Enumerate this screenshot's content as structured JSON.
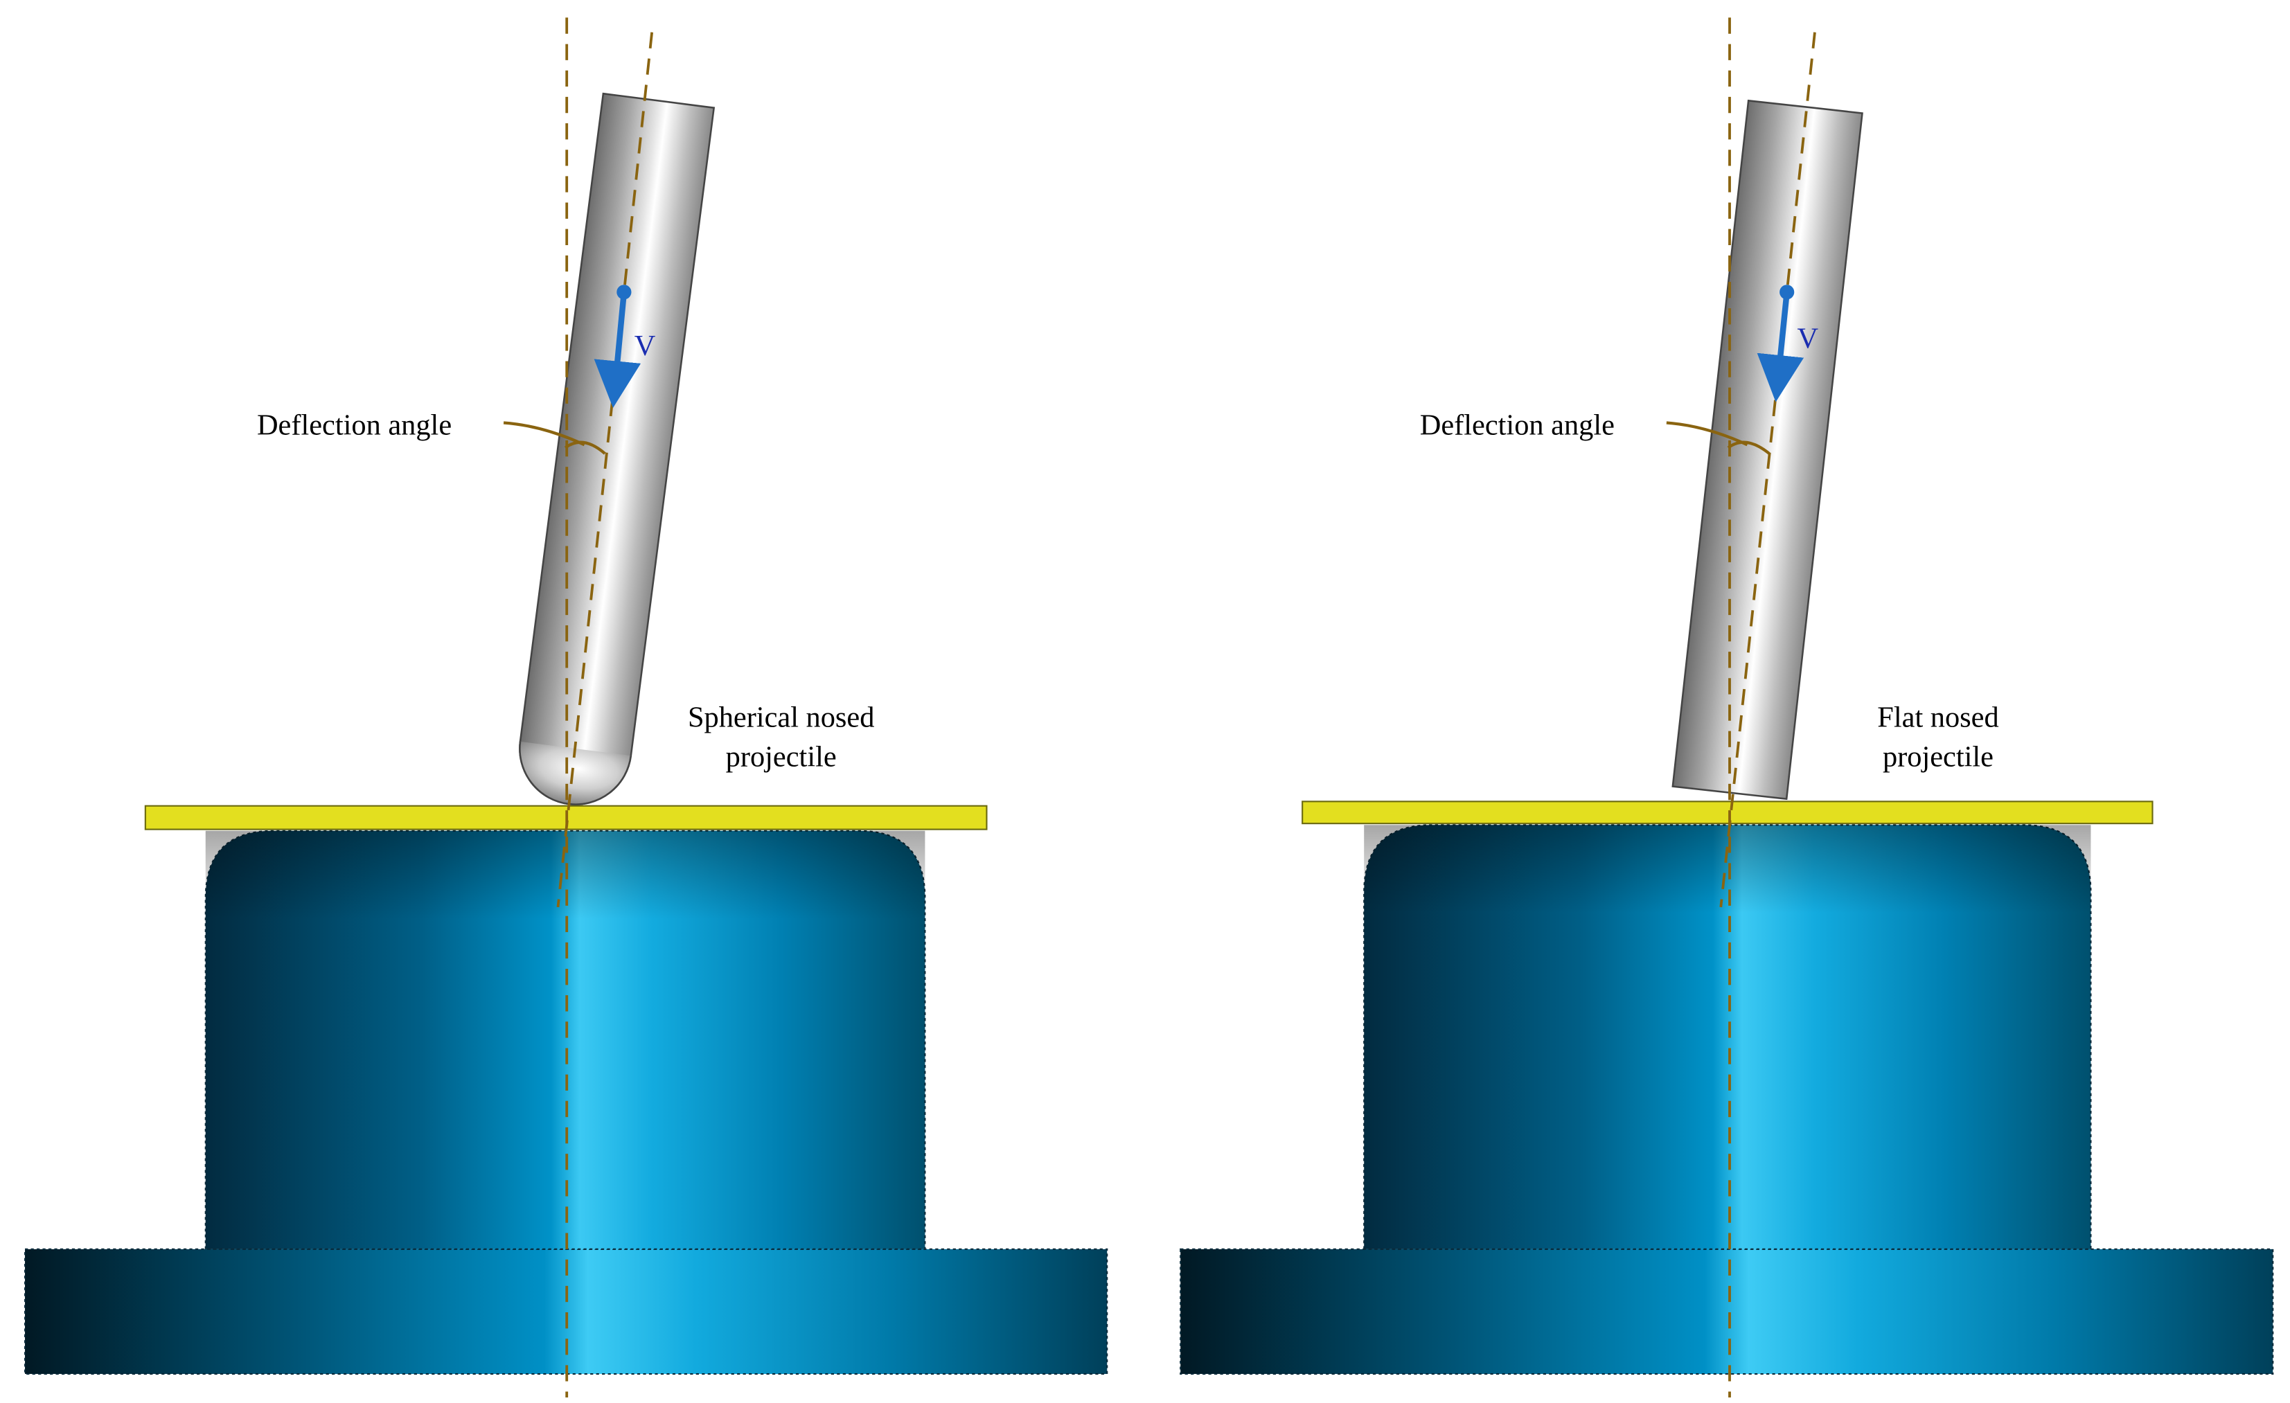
{
  "panels": [
    {
      "id": "left",
      "label_line1": "Spherical nosed",
      "label_line2": "projectile",
      "deflection_label": "Deflection angle",
      "velocity_label": "V"
    },
    {
      "id": "right",
      "label_line1": "Flat nosed",
      "label_line2": "projectile",
      "deflection_label": "Deflection angle",
      "velocity_label": "V"
    }
  ],
  "colors": {
    "plate": "#e3df1f",
    "guide_line": "#8a6410",
    "velocity_arrow": "#1f6fc6",
    "velocity_text": "#1a2db0"
  }
}
